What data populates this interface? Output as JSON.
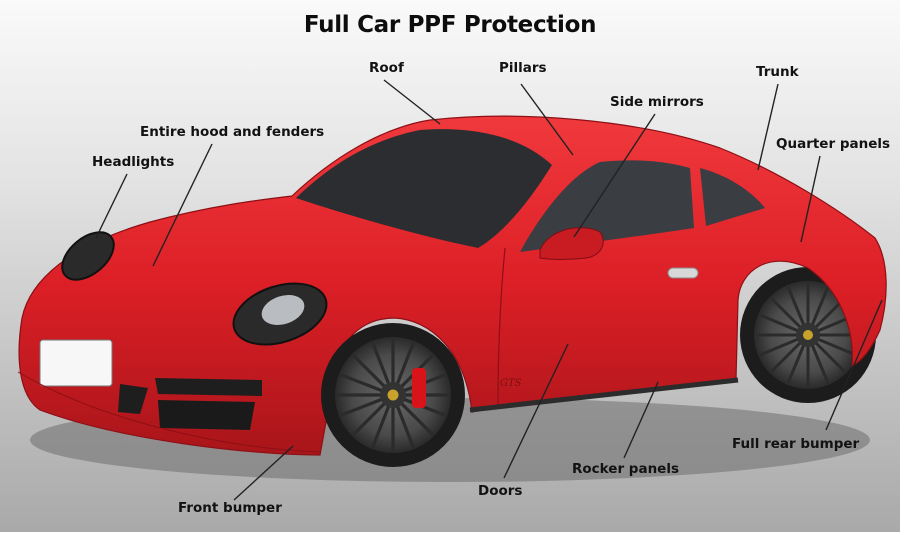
{
  "title": "Full Car PPF Protection",
  "labels": {
    "roof": "Roof",
    "pillars": "Pillars",
    "side_mirrors": "Side mirrors",
    "trunk": "Trunk",
    "hood_fenders": "Entire hood and fenders",
    "headlights": "Headlights",
    "quarter_panels": "Quarter panels",
    "front_bumper": "Front bumper",
    "doors": "Doors",
    "rocker_panels": "Rocker panels",
    "full_rear_bumper": "Full rear bumper"
  },
  "car_badge": "GTS",
  "colors": {
    "body": "#dd1f26",
    "text": "#111111",
    "background": "#d2d2d2"
  }
}
